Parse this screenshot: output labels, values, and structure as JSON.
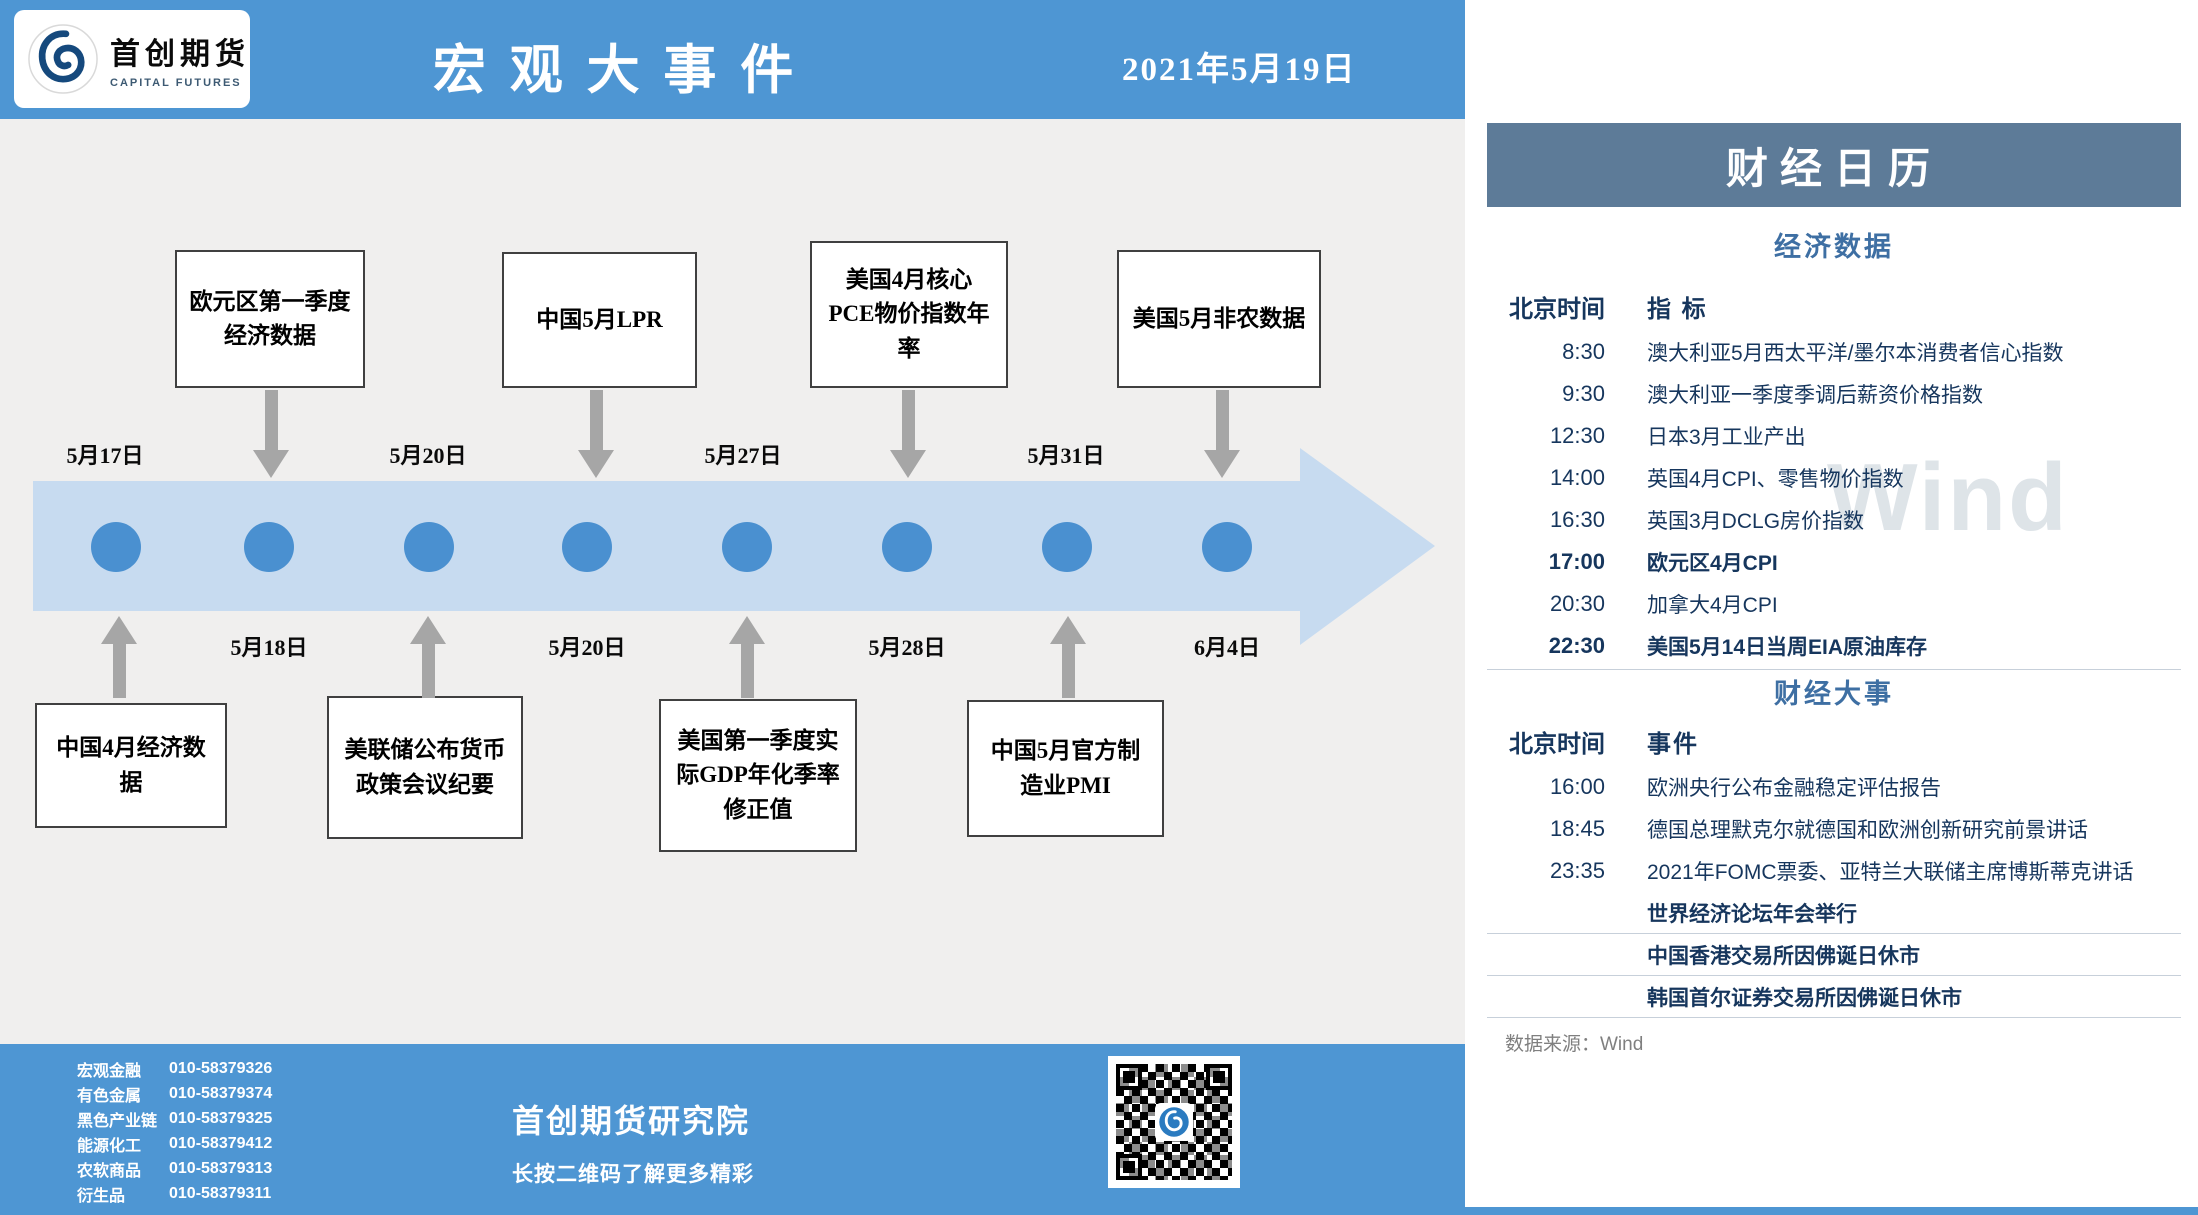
{
  "header": {
    "logo_name": "首创期货",
    "logo_subtitle": "CAPITAL FUTURES",
    "title": "宏观大事件",
    "date": "2021年5月19日"
  },
  "timeline": {
    "points": [
      {
        "date": "5月17日",
        "side": "top"
      },
      {
        "date": "5月18日",
        "side": "bottom"
      },
      {
        "date": "5月20日",
        "side": "top"
      },
      {
        "date": "5月20日",
        "side": "bottom"
      },
      {
        "date": "5月27日",
        "side": "top"
      },
      {
        "date": "5月28日",
        "side": "bottom"
      },
      {
        "date": "5月31日",
        "side": "top"
      },
      {
        "date": "6月4日",
        "side": "bottom"
      }
    ],
    "top_events": [
      "欧元区第一季度经济数据",
      "中国5月LPR",
      "美国4月核心PCE物价指数年率",
      "美国5月非农数据"
    ],
    "bottom_events": [
      "中国4月经济数据",
      "美联储公布货币政策会议纪要",
      "美国第一季度实际GDP年化季率修正值",
      "中国5月官方制造业PMI"
    ]
  },
  "calendar": {
    "title": "财经日历",
    "watermark": "Wind",
    "economic": {
      "section_title": "经济数据",
      "col_time": "北京时间",
      "col_label": "指 标",
      "rows": [
        {
          "time": "8:30",
          "text": "澳大利亚5月西太平洋/墨尔本消费者信心指数",
          "bold": false
        },
        {
          "time": "9:30",
          "text": "澳大利亚一季度季调后薪资价格指数",
          "bold": false
        },
        {
          "time": "12:30",
          "text": "日本3月工业产出",
          "bold": false
        },
        {
          "time": "14:00",
          "text": "英国4月CPI、零售物价指数",
          "bold": false
        },
        {
          "time": "16:30",
          "text": "英国3月DCLG房价指数",
          "bold": false
        },
        {
          "time": "17:00",
          "text": "欧元区4月CPI",
          "bold": true
        },
        {
          "time": "20:30",
          "text": "加拿大4月CPI",
          "bold": false
        },
        {
          "time": "22:30",
          "text": "美国5月14日当周EIA原油库存",
          "bold": true
        }
      ]
    },
    "events": {
      "section_title": "财经大事",
      "col_time": "北京时间",
      "col_label": "事件",
      "rows": [
        {
          "time": "16:00",
          "text": "欧洲央行公布金融稳定评估报告",
          "bold": false
        },
        {
          "time": "18:45",
          "text": "德国总理默克尔就德国和欧洲创新研究前景讲话",
          "bold": false
        },
        {
          "time": "23:35",
          "text": "2021年FOMC票委、亚特兰大联储主席博斯蒂克讲话",
          "bold": false
        },
        {
          "time": "",
          "text": "世界经济论坛年会举行",
          "bold": true
        },
        {
          "time": "",
          "text": "中国香港交易所因佛诞日休市",
          "bold": true
        },
        {
          "time": "",
          "text": "韩国首尔证券交易所因佛诞日休市",
          "bold": true
        }
      ]
    },
    "source": "数据来源：Wind"
  },
  "footer": {
    "contacts": [
      {
        "label": "宏观金融",
        "phone": "010-58379326"
      },
      {
        "label": "有色金属",
        "phone": "010-58379374"
      },
      {
        "label": "黑色产业链",
        "phone": "010-58379325"
      },
      {
        "label": "能源化工",
        "phone": "010-58379412"
      },
      {
        "label": "农软商品",
        "phone": "010-58379313"
      },
      {
        "label": "衍生品",
        "phone": "010-58379311"
      }
    ],
    "center_title": "首创期货研究院",
    "center_subtitle": "长按二维码了解更多精彩"
  },
  "colors": {
    "header_blue": "#4E96D3",
    "calendar_header": "#5D7B98",
    "timeline_band": "#C7DBF0",
    "node_blue": "#4A90D0",
    "text_navy": "#16365D"
  }
}
